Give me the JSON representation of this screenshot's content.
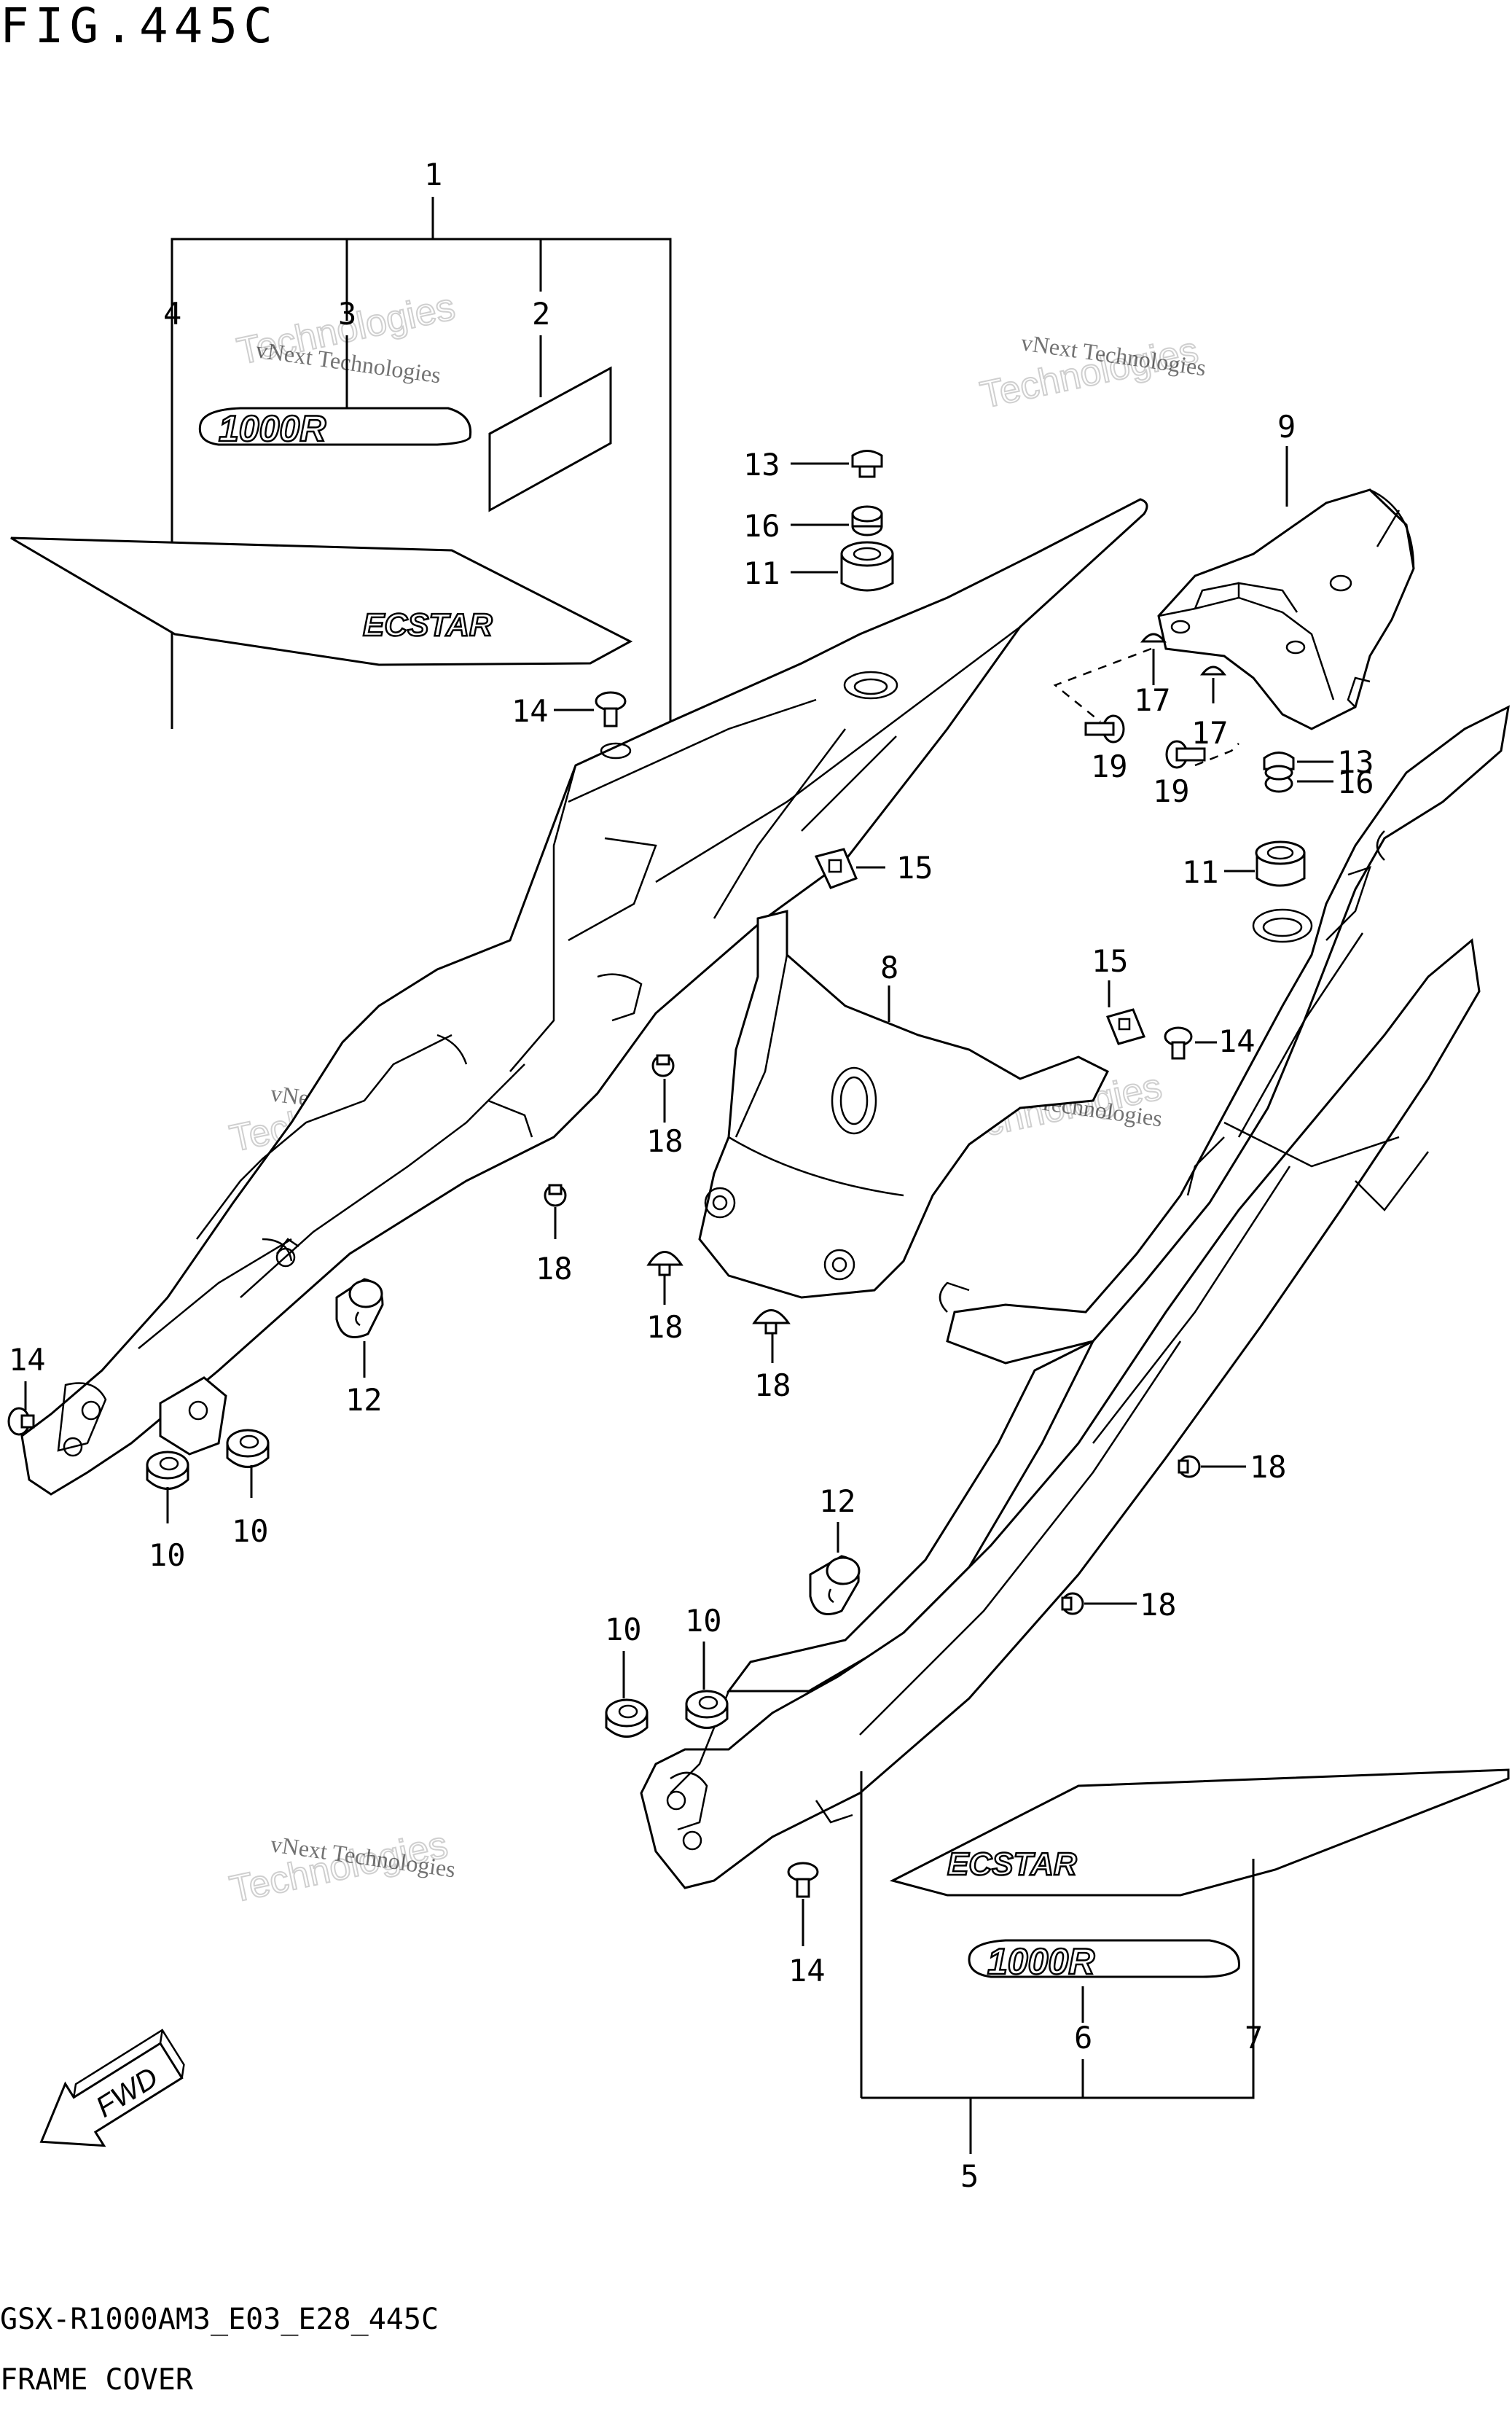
{
  "figure": {
    "title": "FIG.445C"
  },
  "footer": {
    "model_code": "GSX-R1000AM3_E03_E28_445C",
    "section_name": "FRAME COVER"
  },
  "watermark": {
    "line1": "vNext Technologies",
    "line2a": "vNext",
    "line2b": "Technologies"
  },
  "decals": {
    "model": "1000R",
    "brand": "ECSTAR"
  },
  "fwd_arrow": {
    "label": "FWD"
  },
  "callouts": {
    "c1": "1",
    "c2": "2",
    "c3": "3",
    "c4": "4",
    "c5": "5",
    "c6": "6",
    "c7": "7",
    "c8": "8",
    "c9": "9",
    "c10a": "10",
    "c10b": "10",
    "c10c": "10",
    "c10d": "10",
    "c11a": "11",
    "c11b": "11",
    "c12a": "12",
    "c12b": "12",
    "c13a": "13",
    "c13b": "13",
    "c14a": "14",
    "c14b": "14",
    "c14c": "14",
    "c14d": "14",
    "c15a": "15",
    "c15b": "15",
    "c16a": "16",
    "c16b": "16",
    "c17a": "17",
    "c17b": "17",
    "c18a": "18",
    "c18b": "18",
    "c18c": "18",
    "c18d": "18",
    "c18e": "18",
    "c18f": "18",
    "c19a": "19",
    "c19b": "19"
  }
}
